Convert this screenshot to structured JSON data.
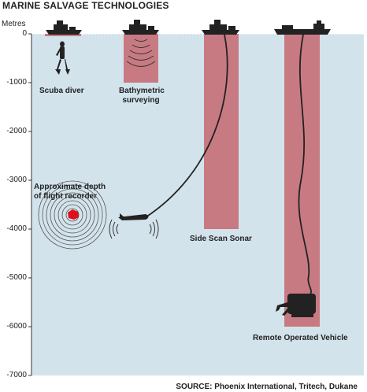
{
  "title": "MARINE SALVAGE TECHNOLOGIES",
  "axis": {
    "unit_label": "Metres",
    "ticks": [
      "0",
      "-1000",
      "-2000",
      "-3000",
      "-4000",
      "-5000",
      "-6000",
      "-7000"
    ]
  },
  "methods": [
    {
      "label": "Scuba diver",
      "depth_m": -30
    },
    {
      "label_line1": "Bathymetric",
      "label_line2": "surveying",
      "depth_m": -1000
    },
    {
      "label": "Side Scan Sonar",
      "depth_m": -4000
    },
    {
      "label": "Remote Operated Vehicle",
      "depth_m": -6000
    }
  ],
  "flight_recorder": {
    "label_line1": "Approximate depth",
    "label_line2": "of flight recorder",
    "depth_m": -3700
  },
  "source": "SOURCE: Phoenix International, Tritech, Dukane",
  "colors": {
    "water": "#d3e3ec",
    "band": "#c87a82",
    "dark": "#222222",
    "recorder": "#e0101a"
  }
}
